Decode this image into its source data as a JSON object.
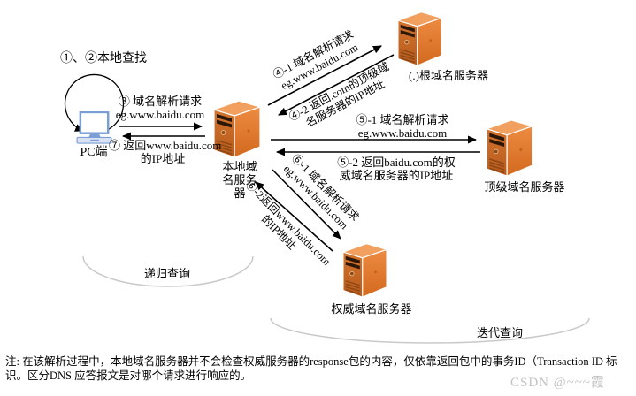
{
  "nodes": {
    "pc": {
      "label": "PC端"
    },
    "local_dns": {
      "l1": "本地域",
      "l2": "名服务",
      "l3": "器"
    },
    "root_dns": {
      "label": "(.)根域名服务器"
    },
    "tld_dns": {
      "label": "顶级域名服务器"
    },
    "auth_dns": {
      "label": "权威域名服务器"
    }
  },
  "steps": {
    "local_lookup": "①、②本地查找",
    "s3_l1": "③ 域名解析请求",
    "s3_l2": "eg.www.baidu.com",
    "s7_l1": "⑦ 返回www.baidu.com",
    "s7_l2": "的IP地址",
    "s4_1_l1": "④-1 域名解析请求",
    "s4_1_l2": "eg.www.baidu.com",
    "s4_2_l1": "④-2 返回.com的顶级域",
    "s4_2_l2": "名服务器的IP地址",
    "s5_1_l1": "⑤-1 域名解析请求",
    "s5_1_l2": "eg.www.baidu.com",
    "s5_2_l1": "⑤-2 返回baidu.com的权",
    "s5_2_l2": "威域名服务器的IP地址",
    "s6_1_l1": "⑥-1 域名解析请求",
    "s6_1_l2": "eg.www.baidu.com",
    "s6_2_l1": "⑥-2返回www.baidu.com",
    "s6_2_l2": "的IP地址"
  },
  "groups": {
    "recursive": "递归查询",
    "iterative": "迭代查询"
  },
  "note": {
    "l1": "注: 在该解析过程中，本地域名服务器并不会检查权威服务器的response包的内容，仅依靠返回包中的事务ID（Transaction ID 标",
    "l2": "识。区分DNS 应答报文是对哪个请求进行响应的。"
  },
  "watermark": "CSDN @~~~霞",
  "colors": {
    "server_top": "#F1A05F",
    "server_front": "#C9661F",
    "server_side": "#E0762F",
    "pc_blue": "#7B9FD4",
    "arrow": "#000000",
    "group_outline": "#c9c9c9",
    "watermark_gray": "#c3c3c3"
  }
}
